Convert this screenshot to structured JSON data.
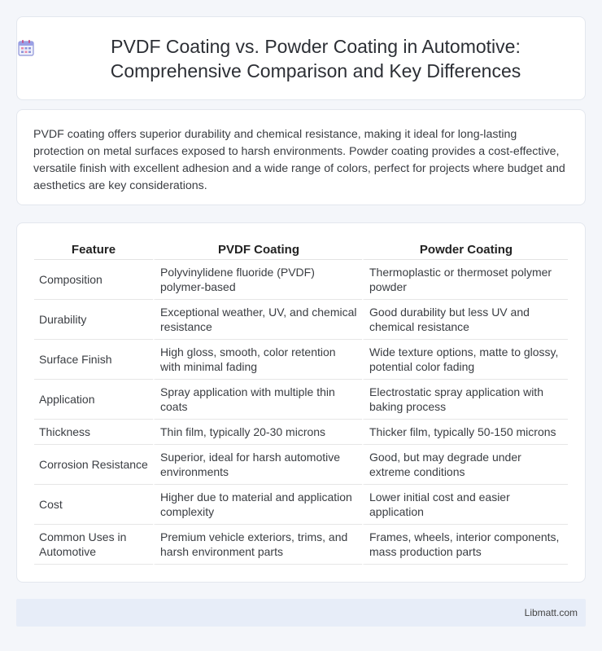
{
  "header": {
    "icon": "calendar-icon",
    "title": "PVDF Coating vs. Powder Coating in Automotive: Comprehensive Comparison and Key Differences"
  },
  "summary": "PVDF coating offers superior durability and chemical resistance, making it ideal for long-lasting protection on metal surfaces exposed to harsh environments. Powder coating provides a cost-effective, versatile finish with excellent adhesion and a wide range of colors, perfect for projects where budget and aesthetics are key considerations.",
  "table": {
    "headers": [
      "Feature",
      "PVDF Coating",
      "Powder Coating"
    ],
    "rows": [
      [
        "Composition",
        "Polyvinylidene fluoride (PVDF) polymer-based",
        "Thermoplastic or thermoset polymer powder"
      ],
      [
        "Durability",
        "Exceptional weather, UV, and chemical resistance",
        "Good durability but less UV and chemical resistance"
      ],
      [
        "Surface Finish",
        "High gloss, smooth, color retention with minimal fading",
        "Wide texture options, matte to glossy, potential color fading"
      ],
      [
        "Application",
        "Spray application with multiple thin coats",
        "Electrostatic spray application with baking process"
      ],
      [
        "Thickness",
        "Thin film, typically 20-30 microns",
        "Thicker film, typically 50-150 microns"
      ],
      [
        "Corrosion Resistance",
        "Superior, ideal for harsh automotive environments",
        "Good, but may degrade under extreme conditions"
      ],
      [
        "Cost",
        "Higher due to material and application complexity",
        "Lower initial cost and easier application"
      ],
      [
        "Common Uses in Automotive",
        "Premium vehicle exteriors, trims, and harsh environment parts",
        "Frames, wheels, interior components, mass production parts"
      ]
    ]
  },
  "footer": {
    "brand": "Libmatt.com"
  }
}
